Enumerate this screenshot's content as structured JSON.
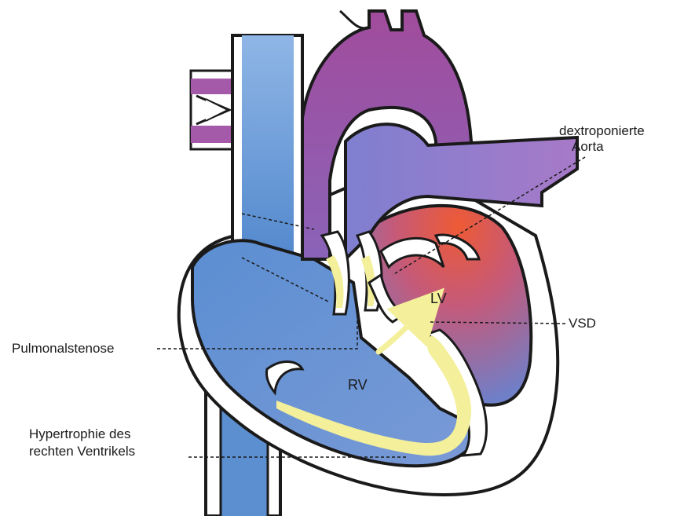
{
  "labels": {
    "aorta": [
      "dextroponierte",
      "Aorta"
    ],
    "lv": "LV",
    "rv": "RV",
    "vsd": "VSD",
    "pulmonal": "Pulmonalstenose",
    "hypertrophie": [
      "Hypertrophie des",
      "rechten Ventrikels"
    ]
  },
  "colors": {
    "venous_blue": "#5b8fd0",
    "arterial_red": "#e05a4a",
    "mixed_purple": "#a45aa8",
    "aorta_violet": "#9a78c8",
    "hypertrophy_yellow": "#f3ef9a",
    "outline": "#1a1a1a"
  }
}
